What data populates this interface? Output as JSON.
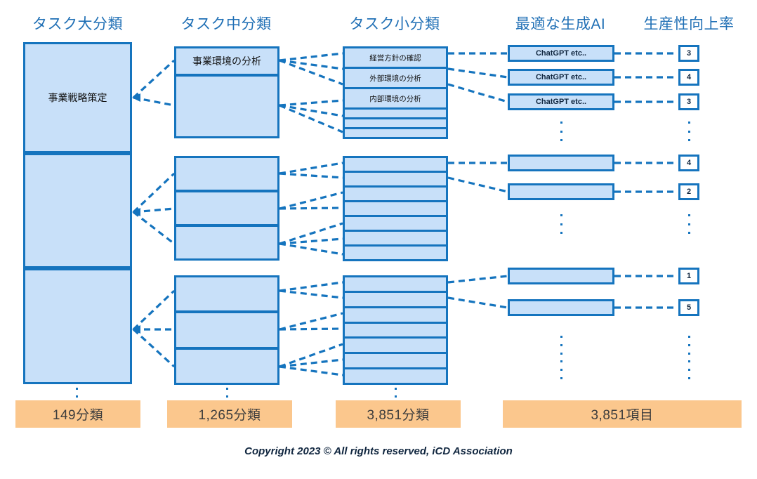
{
  "meta": {
    "colors": {
      "accent_blue": "#1574BE",
      "fill_blue": "#C8E0F9",
      "header_blue": "#1F6FB5",
      "summary_orange": "#FBC78D",
      "text_dark": "#10263F"
    }
  },
  "headers": [
    {
      "label": "タスク大分類"
    },
    {
      "label": "タスク中分類"
    },
    {
      "label": "タスク小分類"
    },
    {
      "label": "最適な生成AI"
    },
    {
      "label": "生産性向上率"
    }
  ],
  "column1": {
    "name": "タスク大分類",
    "groups": [
      {
        "rows": [
          {
            "label": "事業戦略策定"
          }
        ]
      },
      {
        "rows": [
          {
            "label": ""
          }
        ]
      },
      {
        "rows": [
          {
            "label": ""
          }
        ]
      }
    ]
  },
  "column2": {
    "name": "タスク中分類",
    "groups": [
      {
        "rows": [
          {
            "label": "事業環境の分析"
          },
          {
            "label": ""
          }
        ]
      },
      {
        "rows": [
          {
            "label": ""
          },
          {
            "label": ""
          },
          {
            "label": ""
          }
        ]
      },
      {
        "rows": [
          {
            "label": ""
          },
          {
            "label": ""
          },
          {
            "label": ""
          }
        ]
      }
    ]
  },
  "column3": {
    "name": "タスク小分類",
    "groups": [
      {
        "rows": [
          {
            "label": "経営方針の確認"
          },
          {
            "label": "外部環境の分析"
          },
          {
            "label": "内部環境の分析"
          },
          {
            "label": ""
          },
          {
            "label": ""
          },
          {
            "label": ""
          }
        ]
      },
      {
        "rows": [
          {
            "label": ""
          },
          {
            "label": ""
          },
          {
            "label": ""
          },
          {
            "label": ""
          },
          {
            "label": ""
          },
          {
            "label": ""
          },
          {
            "label": ""
          }
        ]
      },
      {
        "rows": [
          {
            "label": ""
          },
          {
            "label": ""
          },
          {
            "label": ""
          },
          {
            "label": ""
          },
          {
            "label": ""
          },
          {
            "label": ""
          },
          {
            "label": ""
          }
        ]
      }
    ]
  },
  "column4": {
    "name": "最適な生成AI",
    "items": [
      {
        "label": "ChatGPT etc.."
      },
      {
        "label": "ChatGPT etc.."
      },
      {
        "label": "ChatGPT etc.."
      },
      {
        "label": ""
      },
      {
        "label": ""
      },
      {
        "label": ""
      },
      {
        "label": ""
      }
    ]
  },
  "column5": {
    "name": "生産性向上率",
    "items": [
      {
        "value": "3"
      },
      {
        "value": "4"
      },
      {
        "value": "3"
      },
      {
        "value": "4"
      },
      {
        "value": "2"
      },
      {
        "value": "1"
      },
      {
        "value": "5"
      }
    ]
  },
  "summary": [
    {
      "label": "149分類"
    },
    {
      "label": "1,265分類"
    },
    {
      "label": "3,851分類"
    },
    {
      "label": "3,851項目"
    }
  ],
  "footer": {
    "copyright": "Copyright 2023 © All rights reserved, iCD Association"
  }
}
